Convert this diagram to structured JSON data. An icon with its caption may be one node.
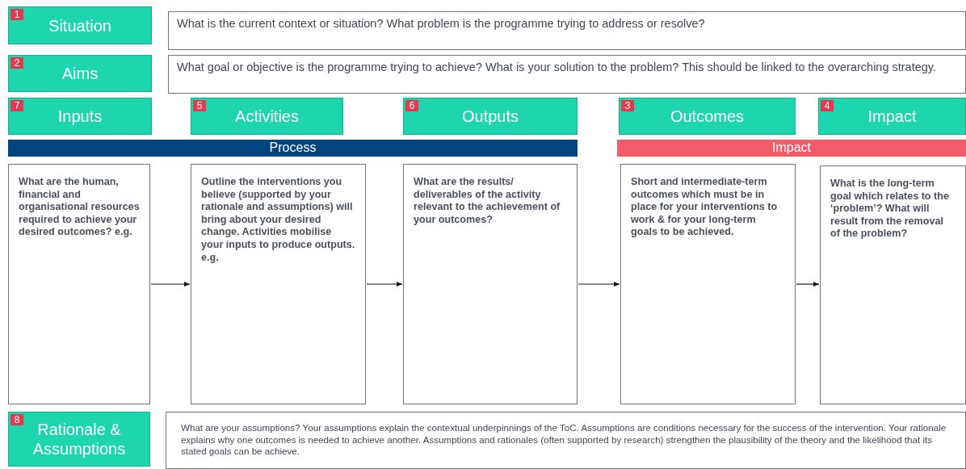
{
  "diagram": {
    "nodes": [
      {
        "text": [
          "1",
          "Situation"
        ]
      },
      {
        "text": [
          "What is the current context or situation? What problem is the programme trying to address or resolve?"
        ]
      },
      {
        "text": [
          "2",
          "Aims"
        ]
      },
      {
        "text": [
          "What goal or objective is the programme trying to achieve? What is your solution to the problem? This should be linked to the overarching strategy."
        ]
      },
      {
        "text": [
          "7",
          "Inputs"
        ]
      },
      {
        "text": [
          "5",
          "Activities"
        ]
      },
      {
        "text": [
          "6",
          "Outputs"
        ]
      },
      {
        "text": [
          "3",
          "Outcomes"
        ]
      },
      {
        "text": [
          "4",
          "Impact"
        ]
      },
      {
        "text": [
          "Process"
        ]
      },
      {
        "text": [
          "Impact"
        ]
      },
      {
        "text": [
          "What are the human, financial and organisational resources required to achieve your desired outcomes? e.g."
        ]
      },
      {
        "text": [
          "Outline the interventions you believe (supported by your rationale and assumptions) will bring about your desired change. Activities mobilise your inputs to produce outputs. e.g."
        ]
      },
      {
        "text": [
          "What are the results/ deliverables of the activity relevant to the achievement of your outcomes?"
        ]
      },
      {
        "text": [
          "Short and intermediate-term outcomes which must be in place for your interventions to work & for your long-term goals to be achieved."
        ]
      },
      {
        "text": [
          "What is the long-term goal which relates to the ‘problem’? What will result from the removal of the problem?"
        ]
      },
      {
        "text": [
          "8",
          "Rationale & Assumptions"
        ]
      },
      {
        "text": [
          "What are your assumptions? Your assumptions explain the contextual underpinnings of the ToC. Assumptions are conditions necessary for the success of the intervention. Your rationale explains why one outcomes is needed to achieve another. Assumptions and rationales (often supported by research) strengthen the plausibility of the theory and the likelihood that its stated goals can be achieve."
        ]
      }
    ],
    "edges": [
      {
        "from": 11,
        "to": 12,
        "arrow": "to"
      },
      {
        "from": 12,
        "to": 13,
        "arrow": "to"
      },
      {
        "from": 13,
        "to": 14,
        "arrow": "to"
      },
      {
        "from": 14,
        "to": 15,
        "arrow": "to"
      }
    ]
  }
}
